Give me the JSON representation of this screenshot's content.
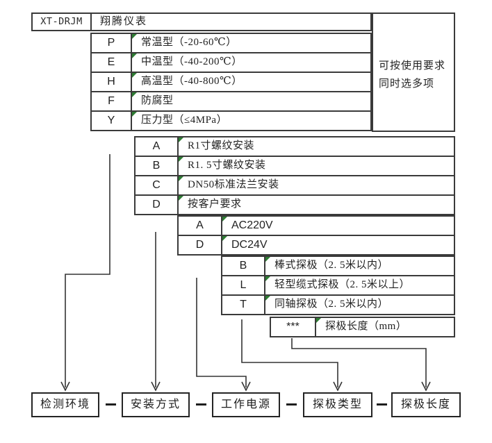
{
  "header": {
    "model": "XT-DRJM",
    "brand": "翔腾仪表"
  },
  "note": {
    "line1": "可按使用要求",
    "line2": "同时选多项"
  },
  "levels": [
    {
      "rows": [
        {
          "code": "P",
          "label": "常温型（-20-60℃）"
        },
        {
          "code": "E",
          "label": "中温型（-40-200℃）"
        },
        {
          "code": "H",
          "label": "高温型（-40-800℃）"
        },
        {
          "code": "F",
          "label": "防腐型"
        },
        {
          "code": "Y",
          "label": "压力型（≤4MPa）"
        }
      ]
    },
    {
      "rows": [
        {
          "code": "A",
          "label": "R1寸螺纹安装"
        },
        {
          "code": "B",
          "label": "R1. 5寸螺纹安装"
        },
        {
          "code": "C",
          "label": "DN50标准法兰安装"
        },
        {
          "code": "D",
          "label": "按客户要求"
        }
      ]
    },
    {
      "rows": [
        {
          "code": "A",
          "label": "AC220V"
        },
        {
          "code": "D",
          "label": "DC24V"
        }
      ]
    },
    {
      "rows": [
        {
          "code": "B",
          "label": "棒式探极（2. 5米以内）"
        },
        {
          "code": "L",
          "label": "轻型缆式探极（2. 5米以上）"
        },
        {
          "code": "T",
          "label": "同轴探极（2. 5米以内）"
        }
      ]
    },
    {
      "rows": [
        {
          "code": "***",
          "label": "探极长度（mm）"
        }
      ]
    }
  ],
  "footer": {
    "labels": [
      "检测环境",
      "安装方式",
      "工作电源",
      "探极类型",
      "探极长度"
    ]
  },
  "colors": {
    "corner_mark": "#2e7c33",
    "table_border": "#3a3a3a"
  }
}
